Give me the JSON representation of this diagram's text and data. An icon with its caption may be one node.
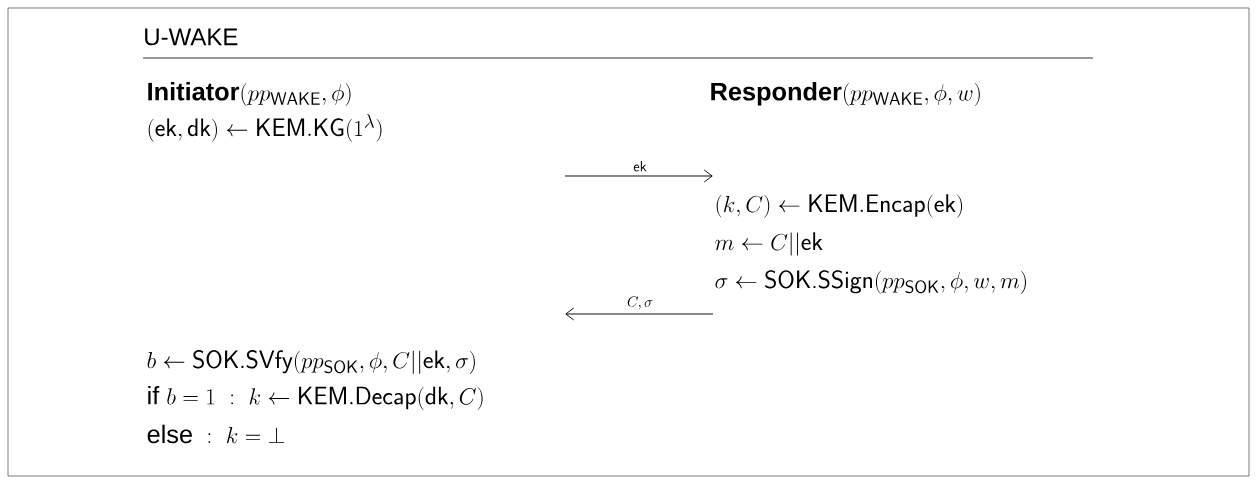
{
  "diagram": {
    "title": "U-WAKE",
    "nodes": [
      {
        "text": [
          "\\textbf{Initiator}(pp_{\\mathsf{WAKE}},\\phi)"
        ]
      },
      {
        "text": [
          "\\textbf{Responder}(pp_{\\mathsf{WAKE}},\\phi,w)"
        ]
      },
      {
        "text": [
          "(\\mathsf{ek},\\mathsf{dk})\\leftarrow\\mathsf{KEM.KG}(1^{\\lambda})"
        ]
      },
      {
        "text": [
          "(k,C)\\leftarrow\\mathsf{KEM.Encap}(\\mathsf{ek})"
        ]
      },
      {
        "text": [
          "m\\leftarrow C||\\mathsf{ek}"
        ]
      },
      {
        "text": [
          "\\sigma\\leftarrow\\mathsf{SOK.SSign}(pp_{\\mathsf{SOK}},\\phi,w,m)"
        ]
      },
      {
        "text": [
          "b\\leftarrow\\mathsf{SOK.SVfy}(pp_{\\mathsf{SOK}},\\phi,C||\\mathsf{ek},\\sigma)"
        ]
      },
      {
        "text": [
          "\\mathrm{if}\\ b=1\\ :\\ k\\leftarrow\\mathsf{KEM.Decap}(\\mathsf{dk},C)"
        ]
      },
      {
        "text": [
          "\\mathrm{else}\\ :\\ k=\\bot"
        ]
      }
    ],
    "edges": [
      {
        "from": null,
        "to": 3,
        "arrow": "to",
        "label": "\\mathsf{ek}"
      },
      {
        "from": 5,
        "to": null,
        "arrow": "to",
        "label": "C,\\sigma"
      }
    ]
  }
}
